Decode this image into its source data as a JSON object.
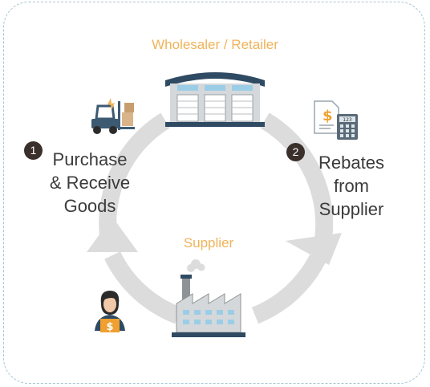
{
  "top_label": "Wholesaler / Retailer",
  "bottom_label": "Supplier",
  "steps": [
    {
      "number": "1",
      "text_lines": [
        "Purchase",
        "& Receive",
        "Goods"
      ]
    },
    {
      "number": "2",
      "text_lines": [
        "Rebates",
        "from",
        "Supplier"
      ]
    }
  ],
  "icons": {
    "warehouse": "warehouse-icon",
    "forklift": "forklift-icon",
    "invoice_calculator": "invoice-calculator-icon",
    "factory": "factory-icon",
    "person_payment": "person-payment-icon"
  },
  "colors": {
    "accent_orange": "#f0b35a",
    "arrow_gray": "#dcdcdc",
    "text_dark": "#3b3b3b",
    "badge_dark": "#3a2f2a",
    "building_gray": "#d4d8db",
    "roof_navy": "#2f4a63"
  },
  "calculator_display": "123"
}
